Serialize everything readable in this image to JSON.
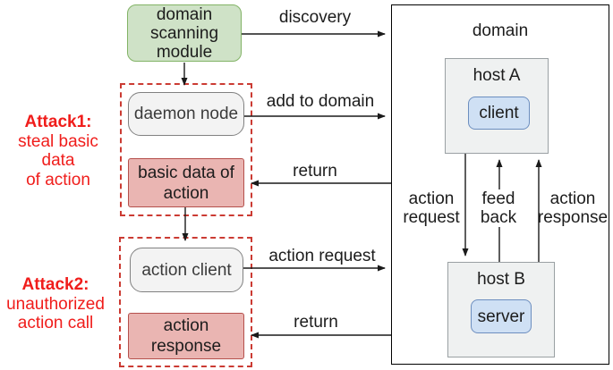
{
  "annotations": {
    "attack1": {
      "title": "Attack1:",
      "desc": "steal basic\ndata\nof action"
    },
    "attack2": {
      "title": "Attack2:",
      "desc": "unauthorized\naction call"
    }
  },
  "nodes": {
    "domain_scanning_module": "domain\nscanning\nmodule",
    "daemon_node": "daemon node",
    "basic_data_of_action": "basic data of\naction",
    "action_client": "action client",
    "action_response": "action\nresponse",
    "domain": "domain",
    "host_a": "host A",
    "client": "client",
    "host_b": "host B",
    "server": "server"
  },
  "edge_labels": {
    "discovery": "discovery",
    "add_to_domain": "add to domain",
    "return_1": "return",
    "action_request": "action request",
    "return_2": "return",
    "inner_action_request": "action\nrequest",
    "feed_back": "feed\nback",
    "inner_action_response": "action\nresponse"
  },
  "colors": {
    "green_fill": "#cfe2c7",
    "green_stroke": "#82b366",
    "gray_fill": "#f3f3f3",
    "gray_stroke": "#818181",
    "pink_fill": "#eab5b2",
    "pink_stroke": "#b5504c",
    "blue_fill": "#cfe0f4",
    "blue_stroke": "#6c8ebf",
    "host_fill": "#eff1f1",
    "host_stroke": "#9aa0a3",
    "dashed_stroke": "#cb3b33",
    "attack_text": "#f01d1b",
    "arrow": "#1a1a1a"
  }
}
